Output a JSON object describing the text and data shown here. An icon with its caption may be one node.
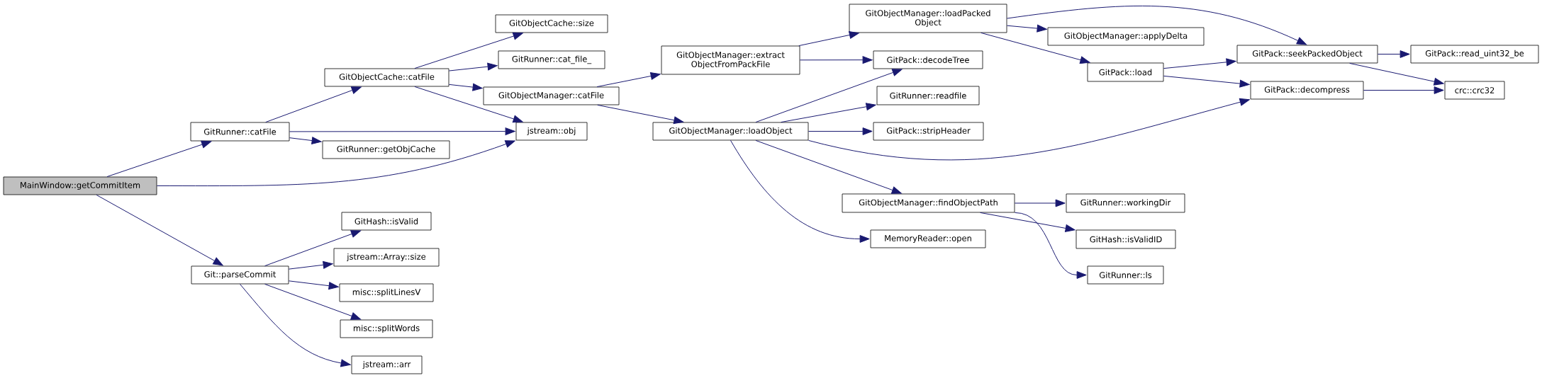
{
  "diagram": {
    "nodes": [
      {
        "text": [
          "MainWindow::getCommitItem"
        ]
      },
      {
        "text": [
          "GitRunner::catFile"
        ]
      },
      {
        "text": [
          "GitObjectCache::catFile"
        ]
      },
      {
        "text": [
          "GitObjectCache::size"
        ]
      },
      {
        "text": [
          "GitRunner::cat_file_"
        ]
      },
      {
        "text": [
          "GitObjectManager::catFile"
        ]
      },
      {
        "text": [
          "jstream::obj"
        ]
      },
      {
        "text": [
          "GitRunner::getObjCache"
        ]
      },
      {
        "text": [
          "GitObjectManager::extract ObjectFromPackFile"
        ]
      },
      {
        "text": [
          "GitObjectManager::loadObject"
        ]
      },
      {
        "text": [
          "GitObjectManager::loadPacked Object"
        ]
      },
      {
        "text": [
          "GitPack::decodeTree"
        ]
      },
      {
        "text": [
          "GitRunner::readfile"
        ]
      },
      {
        "text": [
          "GitPack::stripHeader"
        ]
      },
      {
        "text": [
          "GitObjectManager::findObjectPath"
        ]
      },
      {
        "text": [
          "MemoryReader::open"
        ]
      },
      {
        "text": [
          "GitObjectManager::applyDelta"
        ]
      },
      {
        "text": [
          "GitPack::load"
        ]
      },
      {
        "text": [
          "GitPack::seekPackedObject"
        ]
      },
      {
        "text": [
          "GitPack::decompress"
        ]
      },
      {
        "text": [
          "GitPack::read_uint32_be"
        ]
      },
      {
        "text": [
          "crc::crc32"
        ]
      },
      {
        "text": [
          "GitRunner::workingDir"
        ]
      },
      {
        "text": [
          "GitHash::isValidID"
        ]
      },
      {
        "text": [
          "GitRunner::ls"
        ]
      },
      {
        "text": [
          "Git::parseCommit"
        ]
      },
      {
        "text": [
          "GitHash::isValid"
        ]
      },
      {
        "text": [
          "jstream::Array::size"
        ]
      },
      {
        "text": [
          "misc::splitLinesV"
        ]
      },
      {
        "text": [
          "misc::splitWords"
        ]
      },
      {
        "text": [
          "jstream::arr"
        ]
      }
    ],
    "edges": [
      {
        "from": 0,
        "to": 1,
        "arrow": "to"
      },
      {
        "from": 0,
        "to": 6,
        "arrow": "to"
      },
      {
        "from": 0,
        "to": 25,
        "arrow": "to"
      },
      {
        "from": 1,
        "to": 2,
        "arrow": "to"
      },
      {
        "from": 1,
        "to": 6,
        "arrow": "to"
      },
      {
        "from": 1,
        "to": 7,
        "arrow": "to"
      },
      {
        "from": 2,
        "to": 3,
        "arrow": "to"
      },
      {
        "from": 2,
        "to": 4,
        "arrow": "to"
      },
      {
        "from": 2,
        "to": 5,
        "arrow": "to"
      },
      {
        "from": 2,
        "to": 6,
        "arrow": "to"
      },
      {
        "from": 5,
        "to": 8,
        "arrow": "to"
      },
      {
        "from": 5,
        "to": 9,
        "arrow": "to"
      },
      {
        "from": 8,
        "to": 10,
        "arrow": "to"
      },
      {
        "from": 8,
        "to": 11,
        "arrow": "to"
      },
      {
        "from": 9,
        "to": 11,
        "arrow": "to"
      },
      {
        "from": 9,
        "to": 12,
        "arrow": "to"
      },
      {
        "from": 9,
        "to": 13,
        "arrow": "to"
      },
      {
        "from": 9,
        "to": 19,
        "arrow": "to"
      },
      {
        "from": 9,
        "to": 14,
        "arrow": "to"
      },
      {
        "from": 9,
        "to": 15,
        "arrow": "to"
      },
      {
        "from": 10,
        "to": 18,
        "arrow": "to"
      },
      {
        "from": 10,
        "to": 16,
        "arrow": "to"
      },
      {
        "from": 10,
        "to": 17,
        "arrow": "to"
      },
      {
        "from": 17,
        "to": 18,
        "arrow": "to"
      },
      {
        "from": 17,
        "to": 19,
        "arrow": "to"
      },
      {
        "from": 18,
        "to": 20,
        "arrow": "to"
      },
      {
        "from": 18,
        "to": 21,
        "arrow": "to"
      },
      {
        "from": 19,
        "to": 21,
        "arrow": "to"
      },
      {
        "from": 14,
        "to": 22,
        "arrow": "to"
      },
      {
        "from": 14,
        "to": 23,
        "arrow": "to"
      },
      {
        "from": 14,
        "to": 24,
        "arrow": "to"
      },
      {
        "from": 25,
        "to": 26,
        "arrow": "to"
      },
      {
        "from": 25,
        "to": 27,
        "arrow": "to"
      },
      {
        "from": 25,
        "to": 28,
        "arrow": "to"
      },
      {
        "from": 25,
        "to": 29,
        "arrow": "to"
      },
      {
        "from": 25,
        "to": 30,
        "arrow": "to"
      }
    ]
  }
}
